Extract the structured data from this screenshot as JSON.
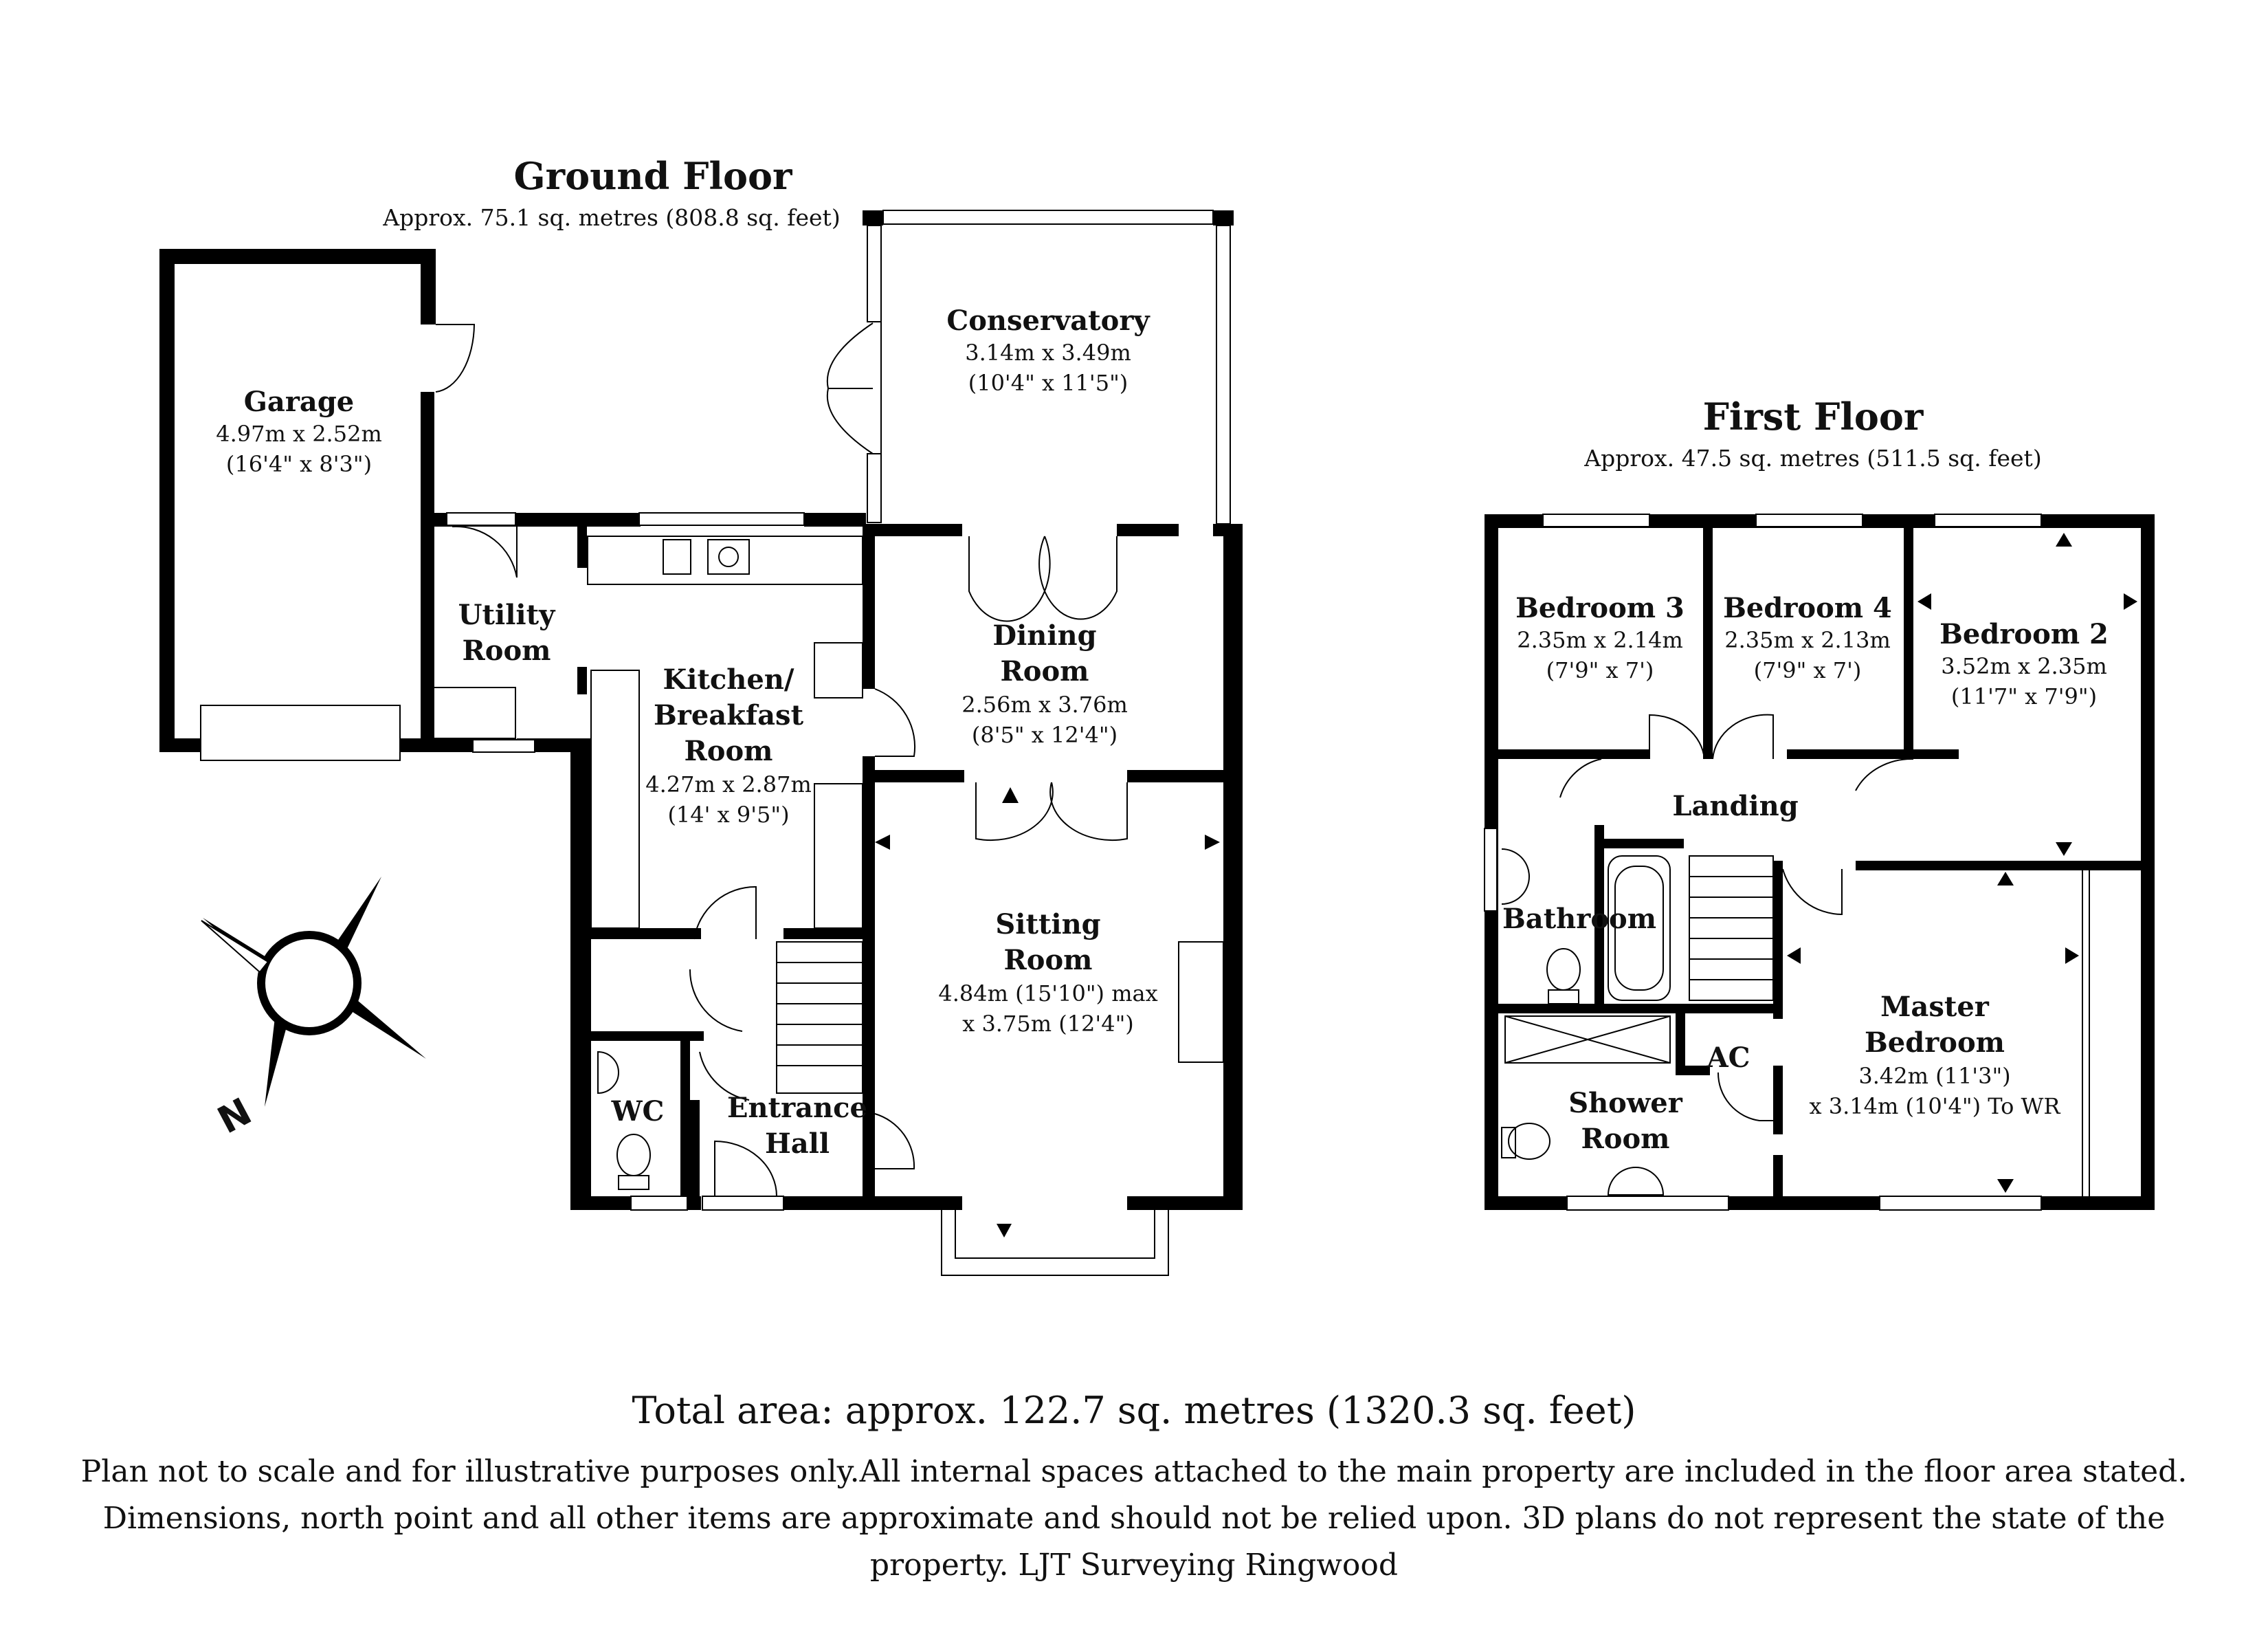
{
  "ground_floor": {
    "title": "Ground Floor",
    "area": "Approx. 75.1 sq. metres (808.8 sq. feet)",
    "rooms": {
      "garage": {
        "name": "Garage",
        "dims": [
          "4.97m x 2.52m",
          "(16'4\" x 8'3\")"
        ]
      },
      "conservatory": {
        "name": "Conservatory",
        "dims": [
          "3.14m x 3.49m",
          "(10'4\" x 11'5\")"
        ]
      },
      "utility": {
        "name": [
          "Utility",
          "Room"
        ]
      },
      "kitchen": {
        "name": [
          "Kitchen/",
          "Breakfast",
          "Room"
        ],
        "dims": [
          "4.27m x 2.87m",
          "(14' x 9'5\")"
        ]
      },
      "dining": {
        "name": [
          "Dining",
          "Room"
        ],
        "dims": [
          "2.56m x 3.76m",
          "(8'5\" x 12'4\")"
        ]
      },
      "sitting": {
        "name": [
          "Sitting",
          "Room"
        ],
        "dims": [
          "4.84m (15'10\") max",
          "x 3.75m (12'4\")"
        ]
      },
      "wc": {
        "name": "WC"
      },
      "hall": {
        "name": [
          "Entrance",
          "Hall"
        ]
      }
    }
  },
  "first_floor": {
    "title": "First Floor",
    "area": "Approx. 47.5 sq. metres (511.5 sq. feet)",
    "rooms": {
      "bed3": {
        "name": "Bedroom 3",
        "dims": [
          "2.35m x 2.14m",
          "(7'9\" x 7')"
        ]
      },
      "bed4": {
        "name": "Bedroom 4",
        "dims": [
          "2.35m x 2.13m",
          "(7'9\" x 7')"
        ]
      },
      "bed2": {
        "name": "Bedroom 2",
        "dims": [
          "3.52m x 2.35m",
          "(11'7\" x 7'9\")"
        ]
      },
      "landing": {
        "name": "Landing"
      },
      "bathroom": {
        "name": "Bathroom"
      },
      "shower": {
        "name": [
          "Shower",
          "Room"
        ]
      },
      "ac": {
        "name": "AC"
      },
      "master": {
        "name": [
          "Master",
          "Bedroom"
        ],
        "dims": [
          "3.42m (11'3\")",
          "x 3.14m (10'4\") To WR"
        ]
      }
    }
  },
  "compass": {
    "label": "N",
    "icon": "compass-rose-icon"
  },
  "footer": {
    "total": "Total area: approx. 122.7 sq. metres (1320.3 sq. feet)",
    "disclaimer": "Plan not to scale and for illustrative purposes only.All internal spaces attached to the main property are included in the floor area stated. Dimensions, north point and all other items are approximate and should not be relied upon. 3D plans do not represent the state of the property. LJT Surveying Ringwood"
  }
}
